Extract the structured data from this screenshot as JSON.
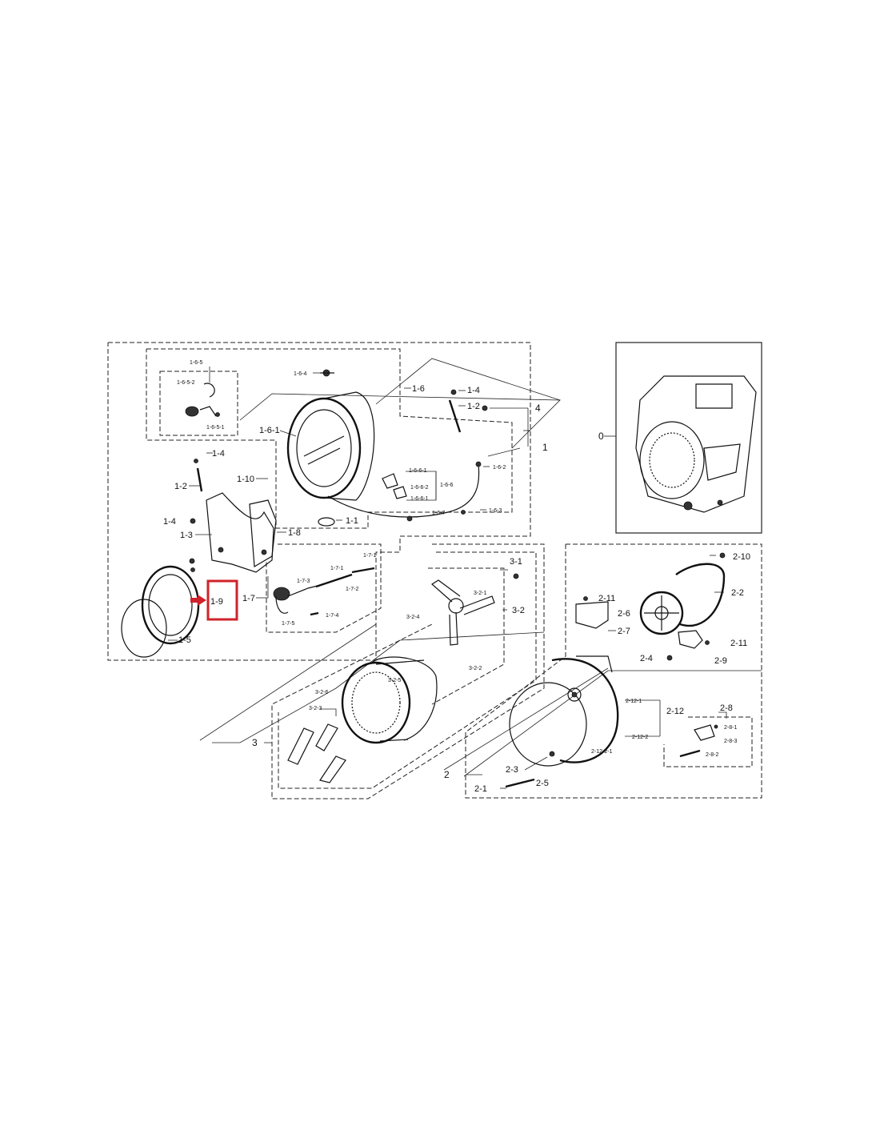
{
  "colors": {
    "highlight": "#d0222a",
    "line": "#222222"
  },
  "labels": {
    "l0": "0",
    "l1": "1",
    "l2": "2",
    "l3": "3",
    "l4": "4",
    "l1_1": "1-1",
    "l1_2a": "1-2",
    "l1_2b": "1-2",
    "l1_3": "1-3",
    "l1_4a": "1-4",
    "l1_4b": "1-4",
    "l1_4c": "1-4",
    "l1_5": "1-5",
    "l1_6": "1-6",
    "l1_6_1": "1-6-1",
    "l1_6_2": "1-6-2",
    "l1_6_3": "1-6-3",
    "l1_6_4": "1-6-4",
    "l1_6_5": "1-6-5",
    "l1_6_5_1": "1-6-5-1",
    "l1_6_5_2": "1-6-5-2",
    "l1_6_6": "1-6-6",
    "l1_6_6_1a": "1-6-6-1",
    "l1_6_6_1b": "1-6-6-1",
    "l1_6_6_2": "1-6-6-2",
    "l1_6_7": "1-6-7",
    "l1_7": "1-7",
    "l1_7_1a": "1-7-1",
    "l1_7_1b": "1-7-1",
    "l1_7_2": "1-7-2",
    "l1_7_3": "1-7-3",
    "l1_7_4": "1-7-4",
    "l1_7_5": "1-7-5",
    "l1_8": "1-8",
    "l1_9": "1-9",
    "l1_10": "1-10",
    "l2_1": "2-1",
    "l2_2": "2-2",
    "l2_3": "2-3",
    "l2_4": "2-4",
    "l2_5": "2-5",
    "l2_6": "2-6",
    "l2_7": "2-7",
    "l2_8": "2-8",
    "l2_8_1": "2-8-1",
    "l2_8_2": "2-8-2",
    "l2_8_3": "2-8-3",
    "l2_9": "2-9",
    "l2_10": "2-10",
    "l2_11a": "2-11",
    "l2_11b": "2-11",
    "l2_12": "2-12",
    "l2_12_1": "2-12-1",
    "l2_12_2": "2-12-2",
    "l2_12_2_1": "2-12-2-1",
    "l3_1": "3-1",
    "l3_2": "3-2",
    "l3_2_1": "3-2-1",
    "l3_2_2": "3-2-2",
    "l3_2_3": "3-2-3",
    "l3_2_4": "3-2-4",
    "l3_2_5": "3-2-5",
    "l3_2_6": "3-2-6"
  }
}
